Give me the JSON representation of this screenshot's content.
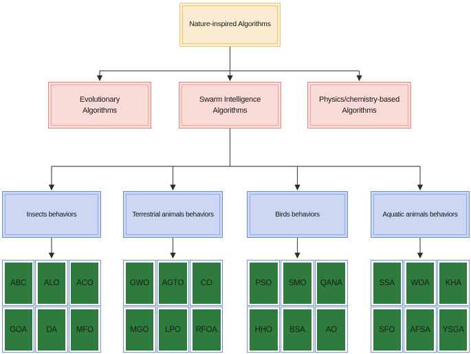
{
  "root": {
    "label": "Nature-inspired Algorithms"
  },
  "branches": [
    {
      "line1": "Evolutionary",
      "line2": "Algorithms"
    },
    {
      "line1": "Swarm Intelligence",
      "line2": "Algorithms"
    },
    {
      "line1": "Physics/chemistry-based",
      "line2": "Algorithms"
    }
  ],
  "categories": [
    {
      "label": "Insects behaviors",
      "rows": [
        [
          "ABC",
          "ALO",
          "ACO"
        ],
        [
          "GOA",
          "DA",
          "MFO"
        ]
      ]
    },
    {
      "label": "Terrestrial animals behaviors",
      "rows": [
        [
          "GWO",
          "AGTO",
          "CO"
        ],
        [
          "MGO",
          "LPO",
          "RFOA"
        ]
      ]
    },
    {
      "label": "Birds behaviors",
      "rows": [
        [
          "PSO",
          "SMO",
          "QANA"
        ],
        [
          "HHO",
          "BSA",
          "AO"
        ]
      ]
    },
    {
      "label": "Aquatic animals behaviors",
      "rows": [
        [
          "SSA",
          "WOA",
          "KHA"
        ],
        [
          "SFO",
          "AFSA",
          "YSGA"
        ]
      ]
    }
  ],
  "colors": {
    "root_fill": "#FCEDD2",
    "root_border": "#E9C566",
    "branch_fill": "#FBDBD8",
    "branch_border": "#E8847C",
    "category_fill": "#CBD7F3",
    "category_border": "#6C8CD5",
    "algorithm_fill": "#2F7B3E",
    "algorithm_border": "#6A92E5",
    "connector": "#4D4D4D"
  }
}
